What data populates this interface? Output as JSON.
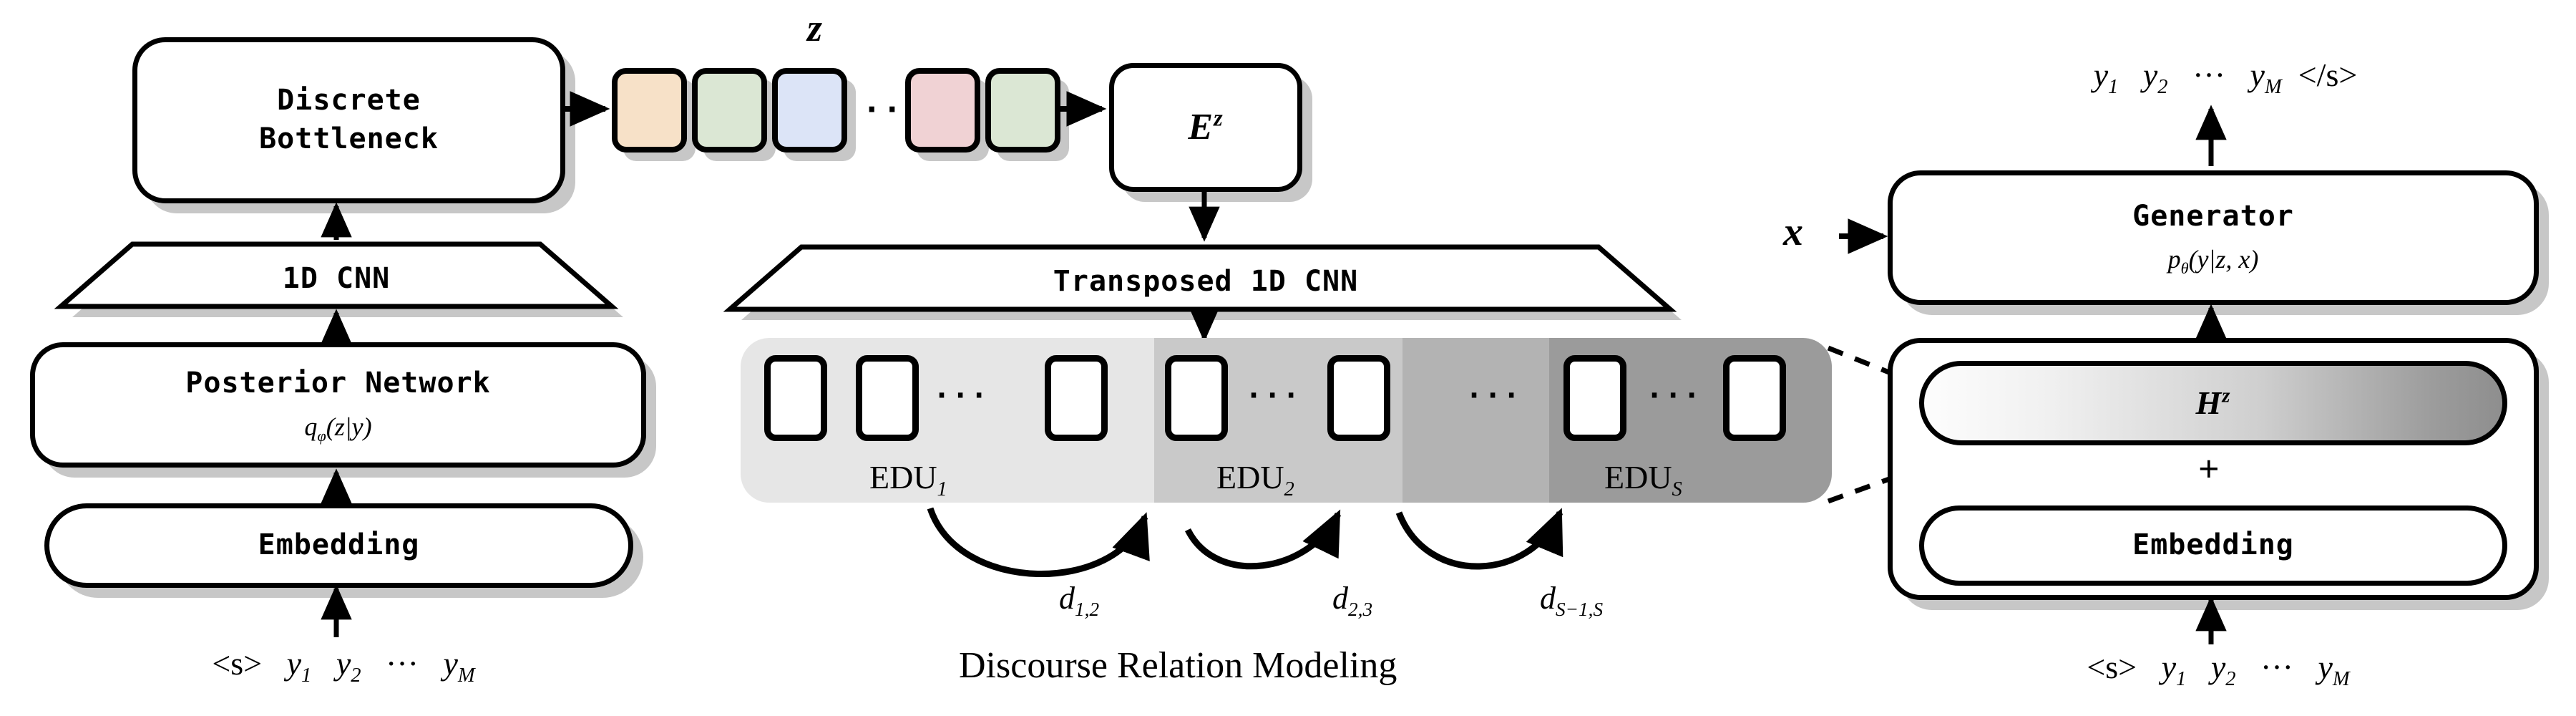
{
  "figure": {
    "caption_center": "Discourse Relation Modeling"
  },
  "encoder": {
    "bottleneck_label": "Discrete\nBottleneck",
    "bottleneck_line1": "Discrete",
    "bottleneck_line2": "Bottleneck",
    "cnn_label": "1D CNN",
    "posterior_label": "Posterior Network",
    "posterior_math": "qϕ(z|y)",
    "posterior_math_base": "q",
    "posterior_math_sub": "φ",
    "posterior_math_rest": "(z|y)",
    "embedding_label": "Embedding",
    "input_tokens": [
      "<s>",
      "y1",
      "y2",
      "···",
      "yM"
    ]
  },
  "latent": {
    "symbol": "z",
    "chips": [
      {
        "name": "chip-1",
        "color": "#f7e1c8"
      },
      {
        "name": "chip-2",
        "color": "#dbe7d4"
      },
      {
        "name": "chip-3",
        "color": "#dce4f7"
      },
      {
        "name": "chip-4",
        "color": "#f0d2d4"
      },
      {
        "name": "chip-5",
        "color": "#dbe7d4"
      }
    ],
    "ellipsis": "···",
    "embed_box": "E",
    "embed_box_sup": "z"
  },
  "decoder_mid": {
    "transposed_cnn_label": "Transposed 1D CNN",
    "context_symbol": "x",
    "edu_segments": [
      {
        "label": "EDU",
        "sub": "1",
        "fill": "#e6e6e6"
      },
      {
        "label": "EDU",
        "sub": "2",
        "fill": "#c9c9c9"
      },
      {
        "label": "",
        "sub": "",
        "fill": "#b3b3b3"
      },
      {
        "label": "EDU",
        "sub": "S",
        "fill": "#9b9b9b"
      }
    ],
    "relations": [
      {
        "base": "d",
        "sub": "1,2"
      },
      {
        "base": "d",
        "sub": "2,3"
      },
      {
        "base": "d",
        "sub": "S−1,S"
      }
    ],
    "ellipsis": "···"
  },
  "generator": {
    "title": "Generator",
    "math_base": "p",
    "math_sub": "θ",
    "math_rest": "(y|z, x)",
    "output_tokens": [
      "y1",
      "y2",
      "···",
      "yM",
      "</s>"
    ],
    "hz_base": "H",
    "hz_sup": "z",
    "plus": "+",
    "embedding_label": "Embedding",
    "input_tokens": [
      "<s>",
      "y1",
      "y2",
      "···",
      "yM"
    ]
  },
  "colors": {
    "stroke": "#000000",
    "shadow": "rgba(0,0,0,0.22)",
    "page_bg": "#ffffff"
  }
}
